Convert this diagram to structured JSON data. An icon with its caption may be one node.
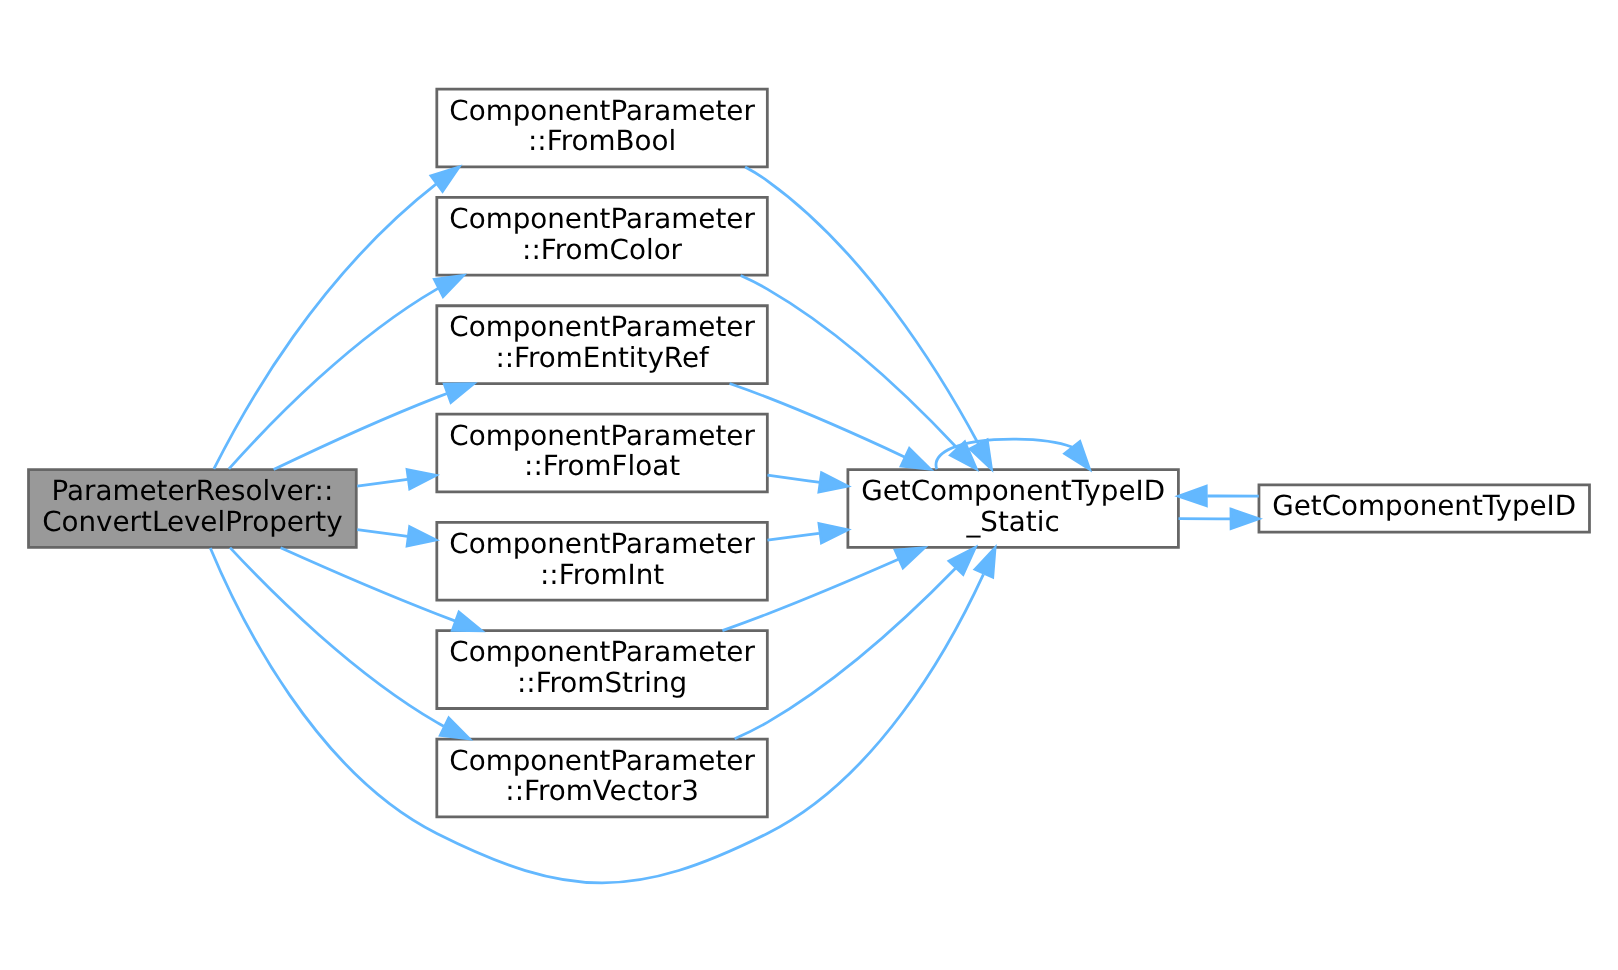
{
  "diagram": {
    "nodes": [
      {
        "text": [
          "ParameterResolver:: ConvertLevelProperty"
        ]
      },
      {
        "text": [
          "ComponentParameter ::FromBool"
        ]
      },
      {
        "text": [
          "ComponentParameter ::FromColor"
        ]
      },
      {
        "text": [
          "ComponentParameter ::FromEntityRef"
        ]
      },
      {
        "text": [
          "ComponentParameter ::FromFloat"
        ]
      },
      {
        "text": [
          "ComponentParameter ::FromInt"
        ]
      },
      {
        "text": [
          "ComponentParameter ::FromString"
        ]
      },
      {
        "text": [
          "ComponentParameter ::FromVector3"
        ]
      },
      {
        "text": [
          "GetComponentTypeID _Static"
        ]
      },
      {
        "text": [
          "GetComponentTypeID"
        ]
      }
    ],
    "edges": [
      {
        "from": 0,
        "to": 1,
        "arrow": "to"
      },
      {
        "from": 0,
        "to": 8,
        "arrow": "to"
      },
      {
        "from": 0,
        "to": 2,
        "arrow": "to"
      },
      {
        "from": 0,
        "to": 3,
        "arrow": "to"
      },
      {
        "from": 0,
        "to": 4,
        "arrow": "to"
      },
      {
        "from": 0,
        "to": 5,
        "arrow": "to"
      },
      {
        "from": 0,
        "to": 6,
        "arrow": "to"
      },
      {
        "from": 0,
        "to": 7,
        "arrow": "to"
      },
      {
        "from": 1,
        "to": 8,
        "arrow": "to"
      },
      {
        "from": 2,
        "to": 8,
        "arrow": "to"
      },
      {
        "from": 3,
        "to": 8,
        "arrow": "to"
      },
      {
        "from": 4,
        "to": 8,
        "arrow": "to"
      },
      {
        "from": 5,
        "to": 8,
        "arrow": "to"
      },
      {
        "from": 6,
        "to": 8,
        "arrow": "to"
      },
      {
        "from": 7,
        "to": 8,
        "arrow": "to"
      },
      {
        "from": 8,
        "to": 8,
        "arrow": "to"
      },
      {
        "from": 8,
        "to": 9,
        "arrow": "to"
      },
      {
        "from": 9,
        "to": 8,
        "arrow": "to"
      }
    ]
  }
}
